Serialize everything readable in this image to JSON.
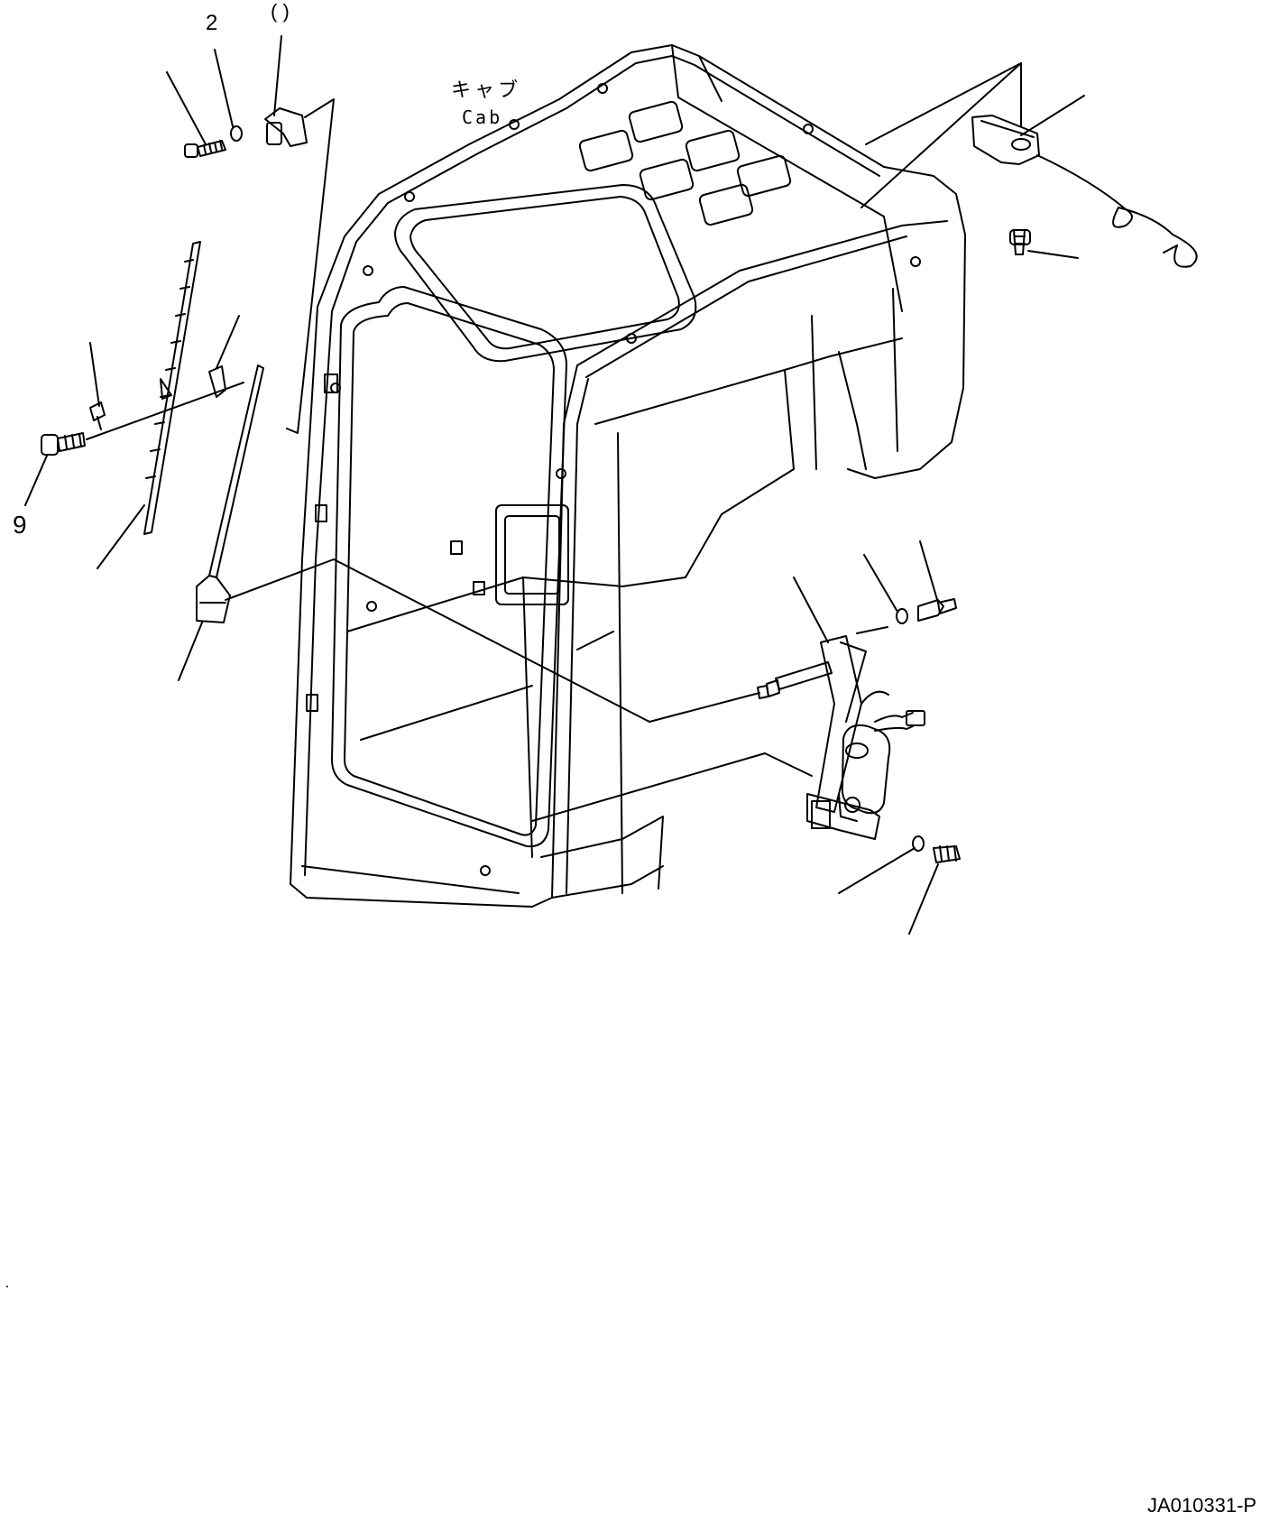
{
  "diagram": {
    "cab_label_jp": "キャブ",
    "cab_label_en": "Cab",
    "callouts": {
      "nine": "9",
      "two": "2",
      "top_partial": "( )"
    },
    "figure_id": "JA010331-P"
  },
  "colors": {
    "line": "#000000",
    "background": "#ffffff"
  }
}
